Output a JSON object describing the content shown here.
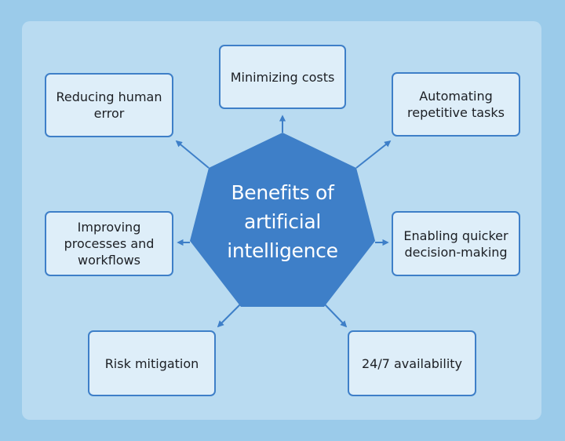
{
  "colors": {
    "background": "#9bcbea",
    "panel": "#b9dbf1",
    "heptagon": "#3e7fc8",
    "box_fill": "#deeef9",
    "box_border": "#3e7fc8",
    "arrow": "#3e7fc8",
    "text": "#1c1f24",
    "center_text": "#ffffff"
  },
  "center": {
    "label": "Benefits of artificial intelligence"
  },
  "benefits": {
    "minimizing_costs": "Minimizing costs",
    "reducing_human_error": "Reducing human error",
    "automating_repetitive_tasks": "Automating repetitive tasks",
    "improving_processes": "Improving processes and workflows",
    "quicker_decisions": "Enabling quicker decision-making",
    "risk_mitigation": "Risk mitigation",
    "availability": "24/7 availability"
  }
}
